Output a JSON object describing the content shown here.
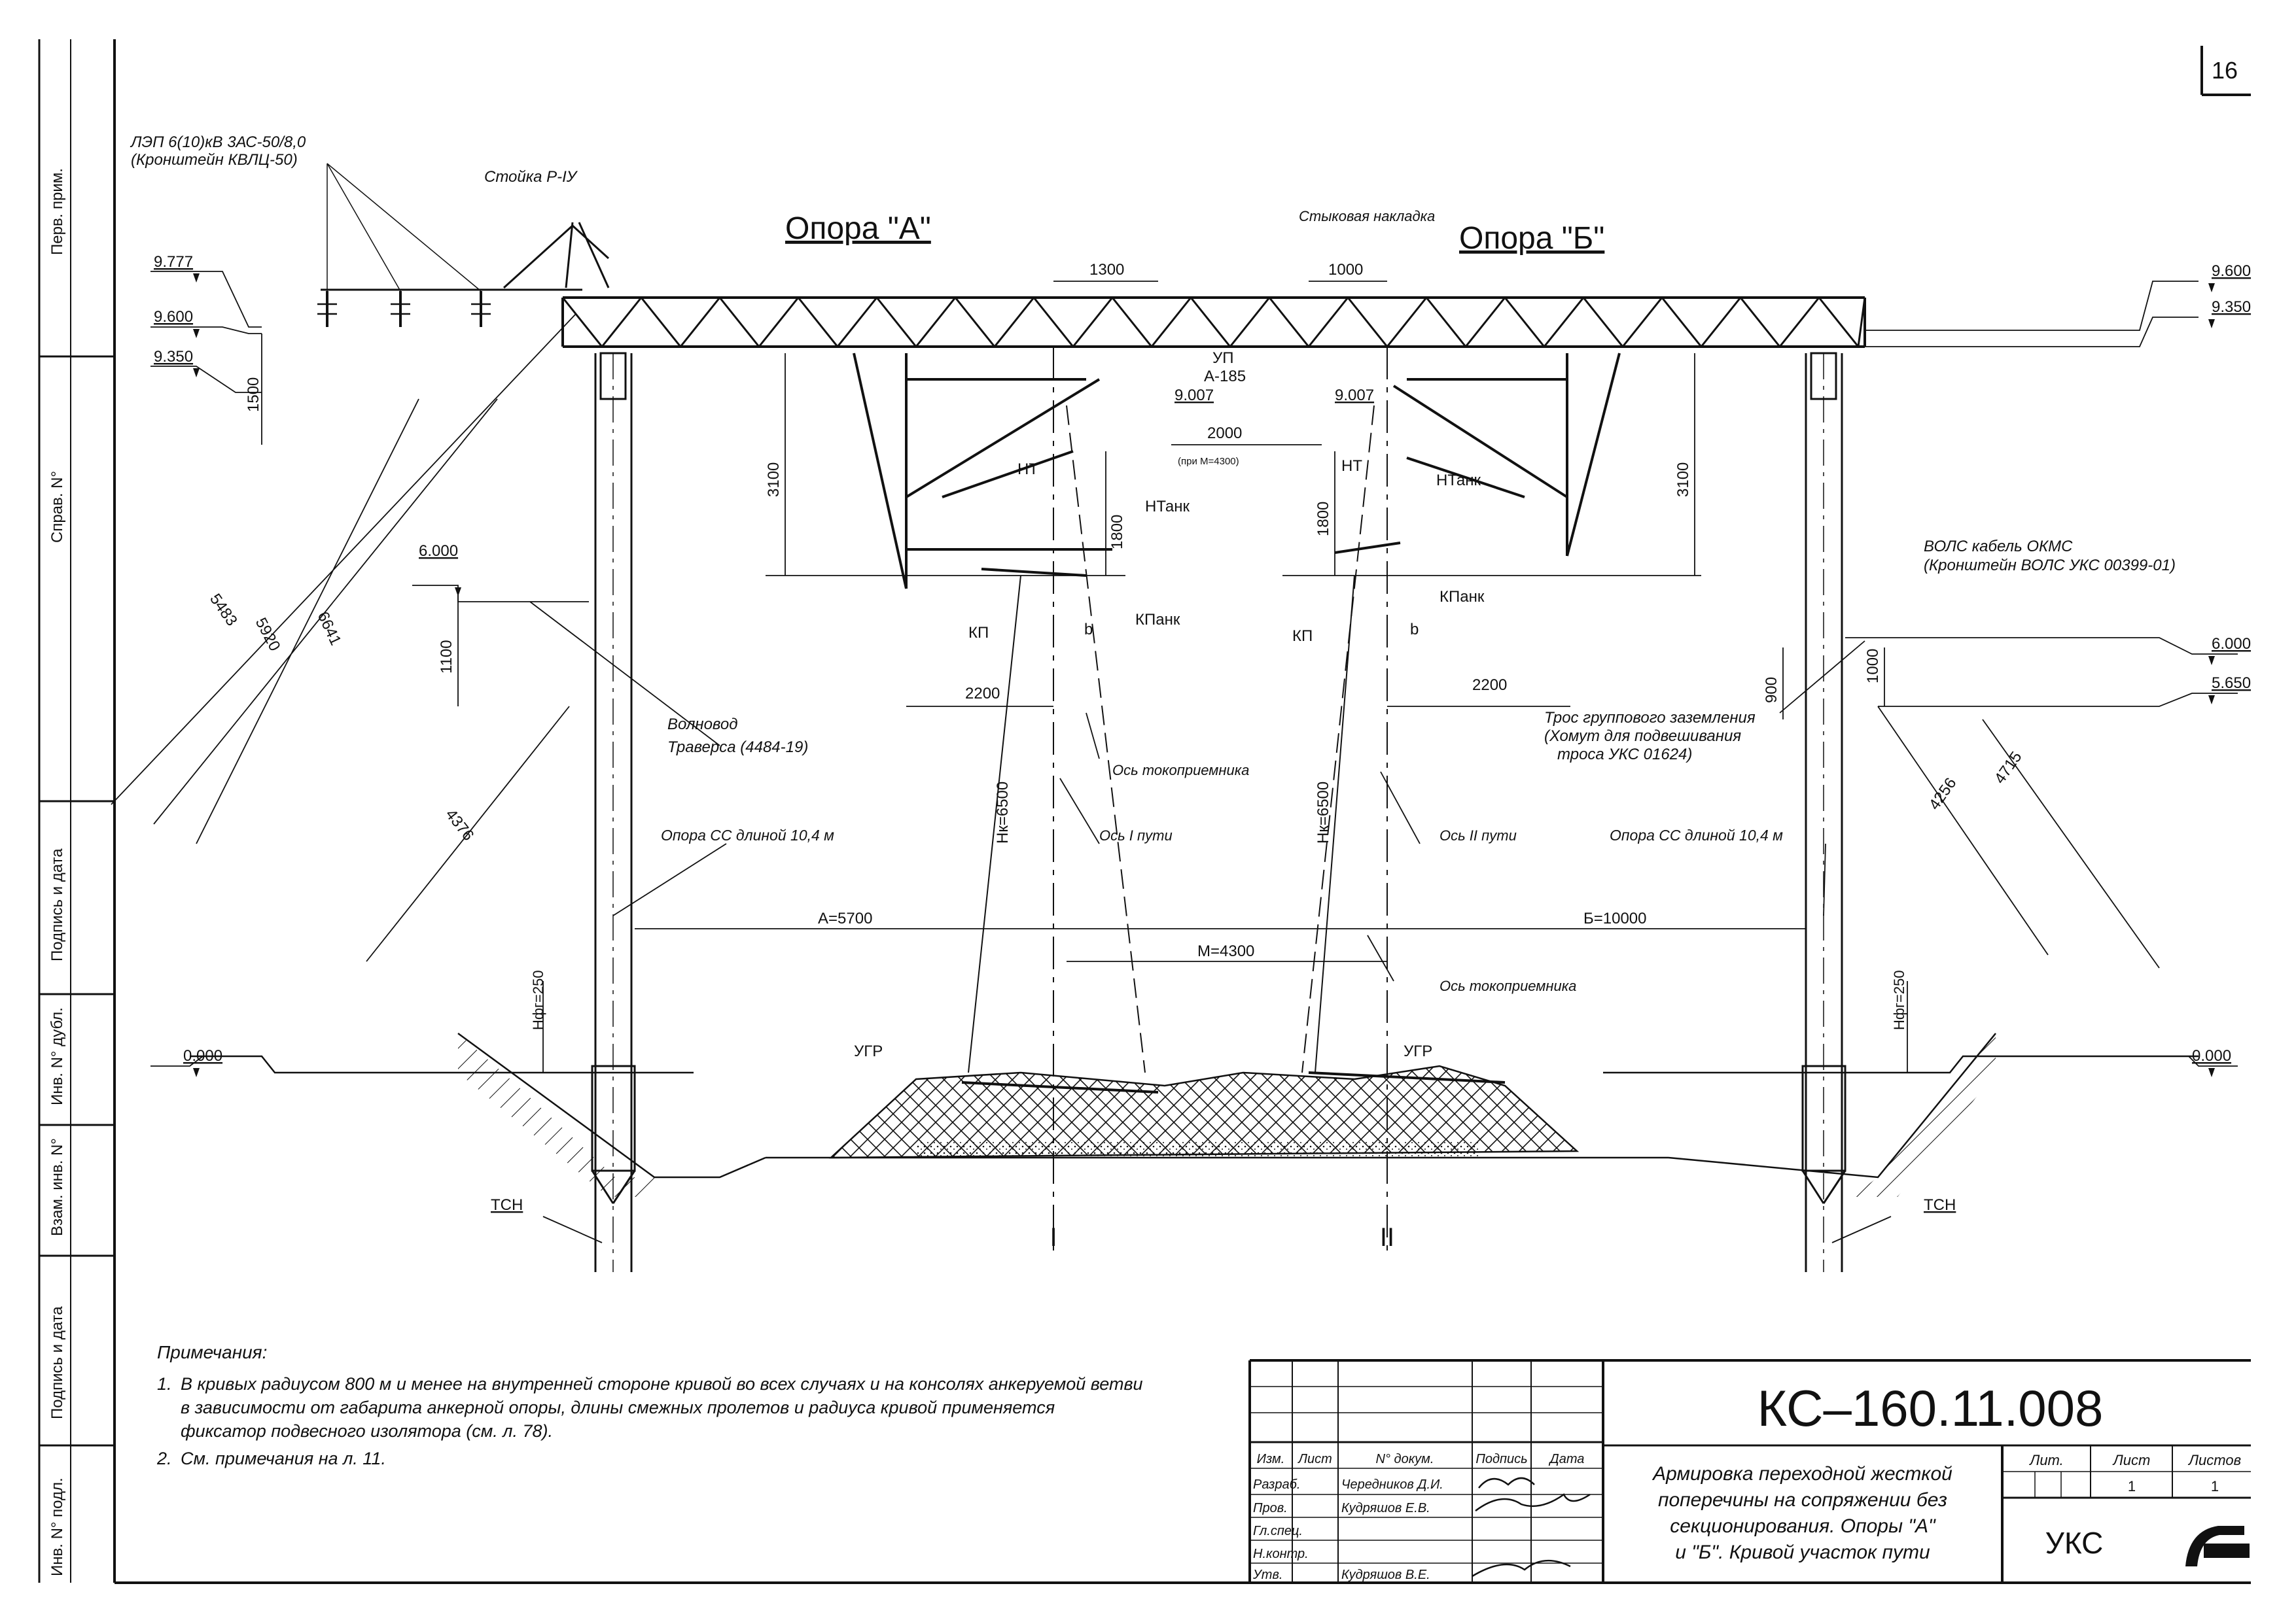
{
  "sheet_number": "16",
  "top_left_mark": "",
  "side_strip": [
    "Перв. прим.",
    "Справ. N°",
    "Подпись и дата",
    "Инв. N° дубл.",
    "Взам. инв. N°",
    "Подпись и дата",
    "Инв. N° подл."
  ],
  "labels": {
    "opora_a": "Опора \"А\"",
    "opora_b": "Опора \"Б\"",
    "lep": "ЛЭП 6(10)кВ 3АС-50/8,0",
    "lep_bracket": "(Кронштейн КВЛЦ-50)",
    "stoyka": "Стойка Р-IУ",
    "stykovaya": "Стыковая накладка",
    "vols": "ВОЛС кабель ОКМС",
    "vols_bracket": "(Кронштейн ВОЛС УКС 00399-01)",
    "volnovod": "Волновод",
    "traversa": "Траверса  (4484-19)",
    "tros1": "Трос группового заземления",
    "tros2": "(Хомут для подвешивания",
    "tros3": "троса УКС 01624)",
    "opora_cc_left": "Опора СС длиной 10,4 м",
    "opora_cc_right": "Опора СС длиной 10,4 м",
    "os_tokopr_1": "Ось токоприемника",
    "os_tokopr_2": "Ось токоприемника",
    "os_1": "Ось I пути",
    "os_2": "Ось II пути",
    "ugr1": "УГР",
    "ugr2": "УГР",
    "tsn1": "ТСН",
    "tsn2": "ТСН",
    "nt1": "НТ",
    "nt2": "НТ",
    "ntank1": "НТанк",
    "ntank2": "НТанк",
    "kp1": "КП",
    "kp2": "КП",
    "kpank1": "КПанк",
    "kpank2": "КПанк",
    "yp": "УП",
    "a185": "А-185",
    "b1": "b",
    "b2": "b",
    "track1": "I",
    "track2": "II",
    "pri_m": "(при М=4300)"
  },
  "elevations": {
    "l_9777": "9.777",
    "l_9600": "9.600",
    "l_9350": "9.350",
    "l_6000": "6.000",
    "l_0000": "0.000",
    "r_9600": "9.600",
    "r_9350": "9.350",
    "r_6000": "6.000",
    "r_5650": "5.650",
    "r_0000": "0.000",
    "c_9007a": "9.007",
    "c_9007b": "9.007"
  },
  "dimensions": {
    "d1300": "1300",
    "d1000": "1000",
    "d2000": "2000",
    "d3100a": "3100",
    "d3100b": "3100",
    "d1800a": "1800",
    "d1800b": "1800",
    "d2200a": "2200",
    "d2200b": "2200",
    "d1500": "1500",
    "d1100": "1100",
    "d900": "900",
    "d1000v": "1000",
    "d5483": "5483",
    "d5920": "5920",
    "d6641": "6641",
    "d4376": "4376",
    "d4256": "4256",
    "d4715": "4715",
    "a5700": "А=5700",
    "b10000": "Б=10000",
    "m4300": "М=4300",
    "h6500a": "Hк=6500",
    "h6500b": "Hк=6500",
    "hfg250a": "Hфг=250",
    "hfg250b": "Hфг=250"
  },
  "notes": {
    "heading": "Примечания:",
    "n1_num": "1.",
    "n1_l1": "В кривых радиусом 800 м и менее на внутренней стороне кривой во всех случаях и на консолях анкеруемой ветви",
    "n1_l2": "в зависимости от габарита анкерной опоры, длины смежных пролетов и радиуса кривой применяется",
    "n1_l3": "фиксатор подвесного изолятора (см. л. 78).",
    "n2_num": "2.",
    "n2_l1": "См. примечания на л. 11."
  },
  "title_block": {
    "code": "КС–160.11.008",
    "title_l1": "Армировка переходной жесткой",
    "title_l2": "поперечины на сопряжении без",
    "title_l3": "секционирования. Опоры \"А\"",
    "title_l4": "и \"Б\". Кривой участок пути",
    "org": "УКС",
    "h_izm": "Изм.",
    "h_list": "Лист",
    "h_doc": "N° докум.",
    "h_sign": "Подпись",
    "h_date": "Дата",
    "r_razrab": "Разраб.",
    "n_razrab": "Чередников Д.И.",
    "r_prov": "Пров.",
    "n_prov": "Кудряшов Е.В.",
    "r_glspec": "Гл.спец.",
    "r_nkontr": "Н.контр.",
    "r_utv": "Утв.",
    "n_utv": "Кудряшов В.Е.",
    "lit": "Лит.",
    "list": "Лист",
    "listov": "Листов",
    "list_val": "1",
    "listov_val": "1"
  },
  "colors": {
    "ink": "#111111",
    "paper": "#ffffff"
  }
}
